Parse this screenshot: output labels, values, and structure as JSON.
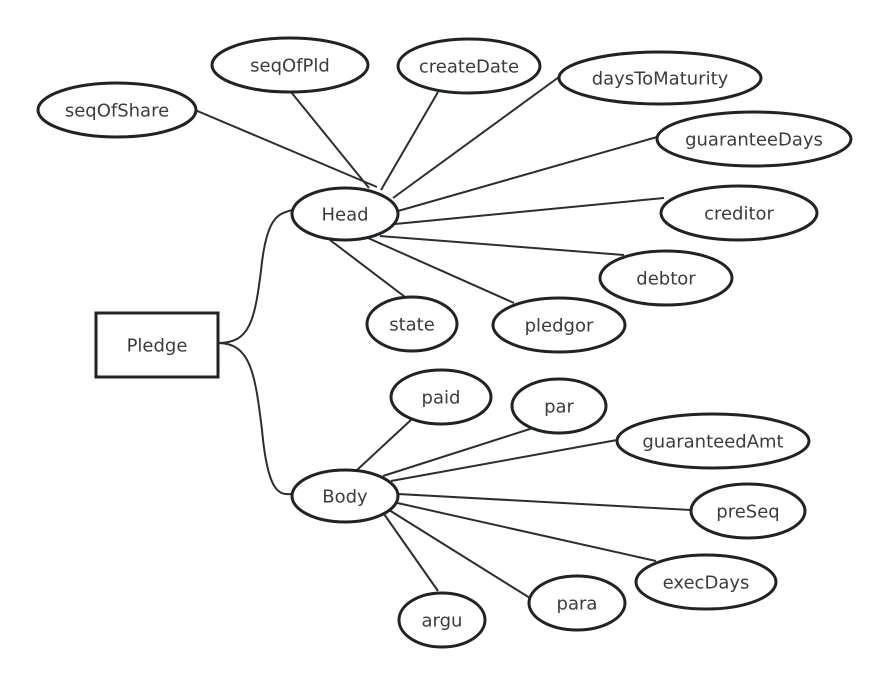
{
  "diagram": {
    "type": "entity-attribute tree",
    "root": {
      "id": "pledge",
      "label": "Pledge",
      "shape": "rectangle"
    },
    "groups": [
      {
        "id": "head",
        "label": "Head",
        "shape": "ellipse",
        "attributes": [
          {
            "id": "seqOfShare",
            "label": "seqOfShare"
          },
          {
            "id": "seqOfPld",
            "label": "seqOfPld"
          },
          {
            "id": "createDate",
            "label": "createDate"
          },
          {
            "id": "daysToMaturity",
            "label": "daysToMaturity"
          },
          {
            "id": "guaranteeDays",
            "label": "guaranteeDays"
          },
          {
            "id": "creditor",
            "label": "creditor"
          },
          {
            "id": "debtor",
            "label": "debtor"
          },
          {
            "id": "pledgor",
            "label": "pledgor"
          },
          {
            "id": "state",
            "label": "state"
          }
        ]
      },
      {
        "id": "body",
        "label": "Body",
        "shape": "ellipse",
        "attributes": [
          {
            "id": "paid",
            "label": "paid"
          },
          {
            "id": "par",
            "label": "par"
          },
          {
            "id": "guaranteedAmt",
            "label": "guaranteedAmt"
          },
          {
            "id": "preSeq",
            "label": "preSeq"
          },
          {
            "id": "execDays",
            "label": "execDays"
          },
          {
            "id": "para",
            "label": "para"
          },
          {
            "id": "argu",
            "label": "argu"
          }
        ]
      }
    ],
    "colors": {
      "stroke": "#1f2326",
      "edge": "#2b2e31",
      "text": "#3a3d40",
      "background": "#ffffff"
    }
  }
}
